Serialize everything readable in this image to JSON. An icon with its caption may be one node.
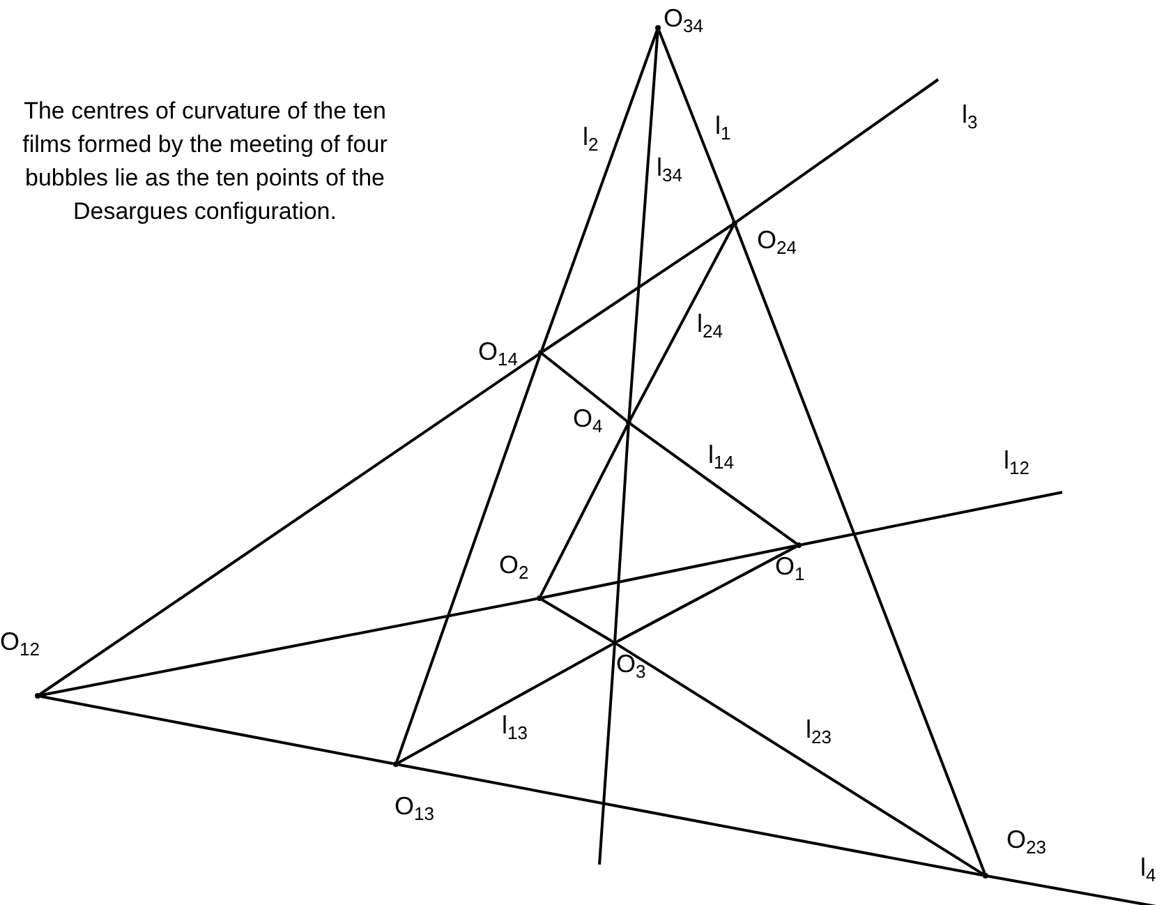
{
  "diagram": {
    "caption": "The centres of curvature of the ten films formed by the meeting of four bubbles lie as the ten points of the Desargues configuration.",
    "nodes": [
      {
        "text": [],
        "shape": "point",
        "beside": [
          "O$_{34}$"
        ]
      },
      {
        "text": [],
        "shape": "point",
        "beside": [
          "O$_{24}$"
        ]
      },
      {
        "text": [],
        "shape": "point",
        "beside": [
          "O$_{14}$"
        ]
      },
      {
        "text": [],
        "shape": "point",
        "beside": [
          "O$_{4}$"
        ]
      },
      {
        "text": [],
        "shape": "point",
        "beside": [
          "O$_{1}$"
        ]
      },
      {
        "text": [],
        "shape": "point",
        "beside": [
          "O$_{2}$"
        ]
      },
      {
        "text": [],
        "shape": "point",
        "beside": [
          "O$_{3}$"
        ]
      },
      {
        "text": [],
        "shape": "point",
        "beside": [
          "O$_{12}$"
        ]
      },
      {
        "text": [],
        "shape": "point",
        "beside": [
          "O$_{13}$"
        ]
      },
      {
        "text": [],
        "shape": "point",
        "beside": [
          "O$_{23}$"
        ]
      }
    ],
    "edges": [
      {
        "from": 0,
        "to": 1,
        "arrow": "none",
        "label": "l$_{1}$"
      },
      {
        "from": 1,
        "to": 9,
        "arrow": "none"
      },
      {
        "from": 0,
        "to": 2,
        "arrow": "none",
        "label": "l$_{2}$"
      },
      {
        "from": 2,
        "to": 8,
        "arrow": "none"
      },
      {
        "from": 7,
        "to": 2,
        "arrow": "none"
      },
      {
        "from": 2,
        "to": 1,
        "arrow": "none"
      },
      {
        "from": 1,
        "to": null,
        "arrow": "none",
        "label": "l$_{3}$"
      },
      {
        "from": 7,
        "to": 8,
        "arrow": "none"
      },
      {
        "from": 8,
        "to": 9,
        "arrow": "none"
      },
      {
        "from": 9,
        "to": null,
        "arrow": "none",
        "label": "l$_{4}$"
      },
      {
        "from": 7,
        "to": 5,
        "arrow": "none"
      },
      {
        "from": 5,
        "to": 4,
        "arrow": "none"
      },
      {
        "from": 4,
        "to": null,
        "arrow": "none",
        "label": "l$_{12}$"
      },
      {
        "from": 8,
        "to": 6,
        "arrow": "none",
        "label": "l$_{13}$"
      },
      {
        "from": 6,
        "to": 4,
        "arrow": "none"
      },
      {
        "from": 2,
        "to": 3,
        "arrow": "none"
      },
      {
        "from": 3,
        "to": 4,
        "arrow": "none",
        "label": "l$_{14}$"
      },
      {
        "from": 5,
        "to": 6,
        "arrow": "none"
      },
      {
        "from": 6,
        "to": 9,
        "arrow": "none",
        "label": "l$_{23}$"
      },
      {
        "from": 1,
        "to": 3,
        "arrow": "none",
        "label": "l$_{24}$"
      },
      {
        "from": 3,
        "to": 5,
        "arrow": "none"
      },
      {
        "from": 0,
        "to": 3,
        "arrow": "none",
        "label": "l$_{34}$"
      },
      {
        "from": 3,
        "to": 6,
        "arrow": "none"
      },
      {
        "from": 6,
        "to": null,
        "arrow": "none"
      }
    ]
  }
}
